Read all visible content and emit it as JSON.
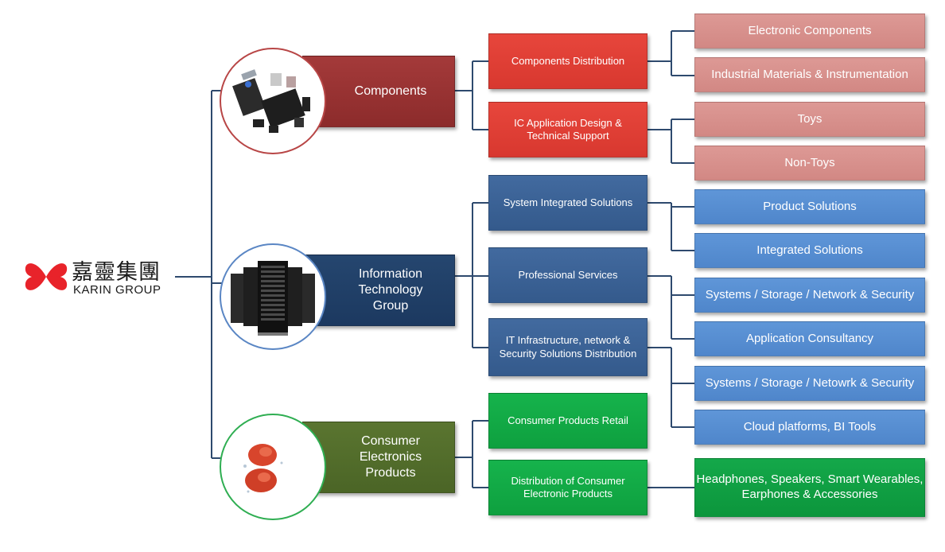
{
  "logo": {
    "chinese": "嘉靈集團",
    "english": "KARIN GROUP"
  },
  "divisions": {
    "components": {
      "label": "Components",
      "subs": [
        {
          "label": "Components Distribution",
          "items": [
            "Electronic Components",
            "Industrial Materials & Instrumentation"
          ]
        },
        {
          "label": "IC Application Design &\nTechnical Support",
          "items": [
            "Toys",
            "Non-Toys"
          ]
        }
      ]
    },
    "it": {
      "label": "Information\nTechnology\nGroup",
      "subs": [
        {
          "label": "System Integrated Solutions",
          "items": [
            "Product Solutions",
            "Integrated Solutions"
          ]
        },
        {
          "label": "Professional Services",
          "items": [
            "Systems / Storage / Network & Security",
            "Application Consultancy"
          ]
        },
        {
          "label": "IT Infrastructure, network &\nSecurity Solutions Distribution",
          "items": [
            "Systems / Storage / Netowrk & Security",
            "Cloud platforms, BI Tools"
          ]
        }
      ]
    },
    "consumer": {
      "label": "Consumer\nElectronics\nProducts",
      "subs": [
        {
          "label": "Consumer Products Retail",
          "items": []
        },
        {
          "label": "Distribution of Consumer\nElectronic Products",
          "items": [
            "Headphones, Speakers, Smart Wearables,\nEarphones & Accessories"
          ]
        }
      ]
    }
  },
  "colors": {
    "connector": "#2e4a6e",
    "components_circle": "#b84646",
    "it_circle": "#5a86c4",
    "consumer_circle": "#2fae52",
    "logo_red": "#e8232a"
  }
}
